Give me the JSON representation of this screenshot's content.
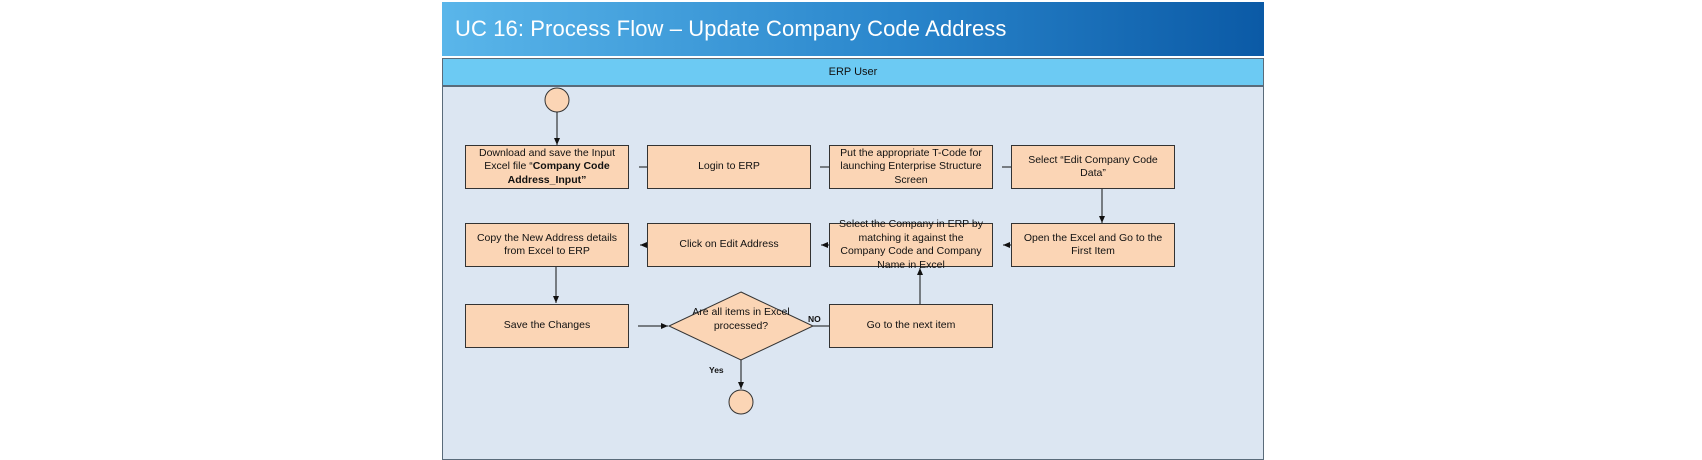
{
  "header": {
    "title": "UC 16:  Process Flow – Update Company Code Address"
  },
  "lane": {
    "name": "ERP User"
  },
  "steps": {
    "download_prefix": "Download and save the Input Excel file “",
    "download_bold": "Company Code Address_Input",
    "download_suffix": "”",
    "login": "Login to ERP",
    "tcode": "Put the appropriate T-Code for launching Enterprise Structure Screen",
    "select_edit": "Select “Edit Company Code Data”",
    "open_excel": "Open the Excel and Go to the First Item",
    "select_company": "Select  the Company in ERP by matching it against the Company Code and Company Name in Excel",
    "click_edit": "Click on Edit Address",
    "copy_address": "Copy the New Address details from Excel to ERP",
    "save": "Save the Changes",
    "next_item": "Go to the next item"
  },
  "decision": {
    "text": "Are all items in Excel processed?",
    "no_label": "NO",
    "yes_label": "Yes"
  },
  "colors": {
    "box_fill": "#fbd5b5",
    "lane_header": "#6ccaf3",
    "lane_body": "#dce6f2",
    "title_dark": "#0b5aa6"
  }
}
